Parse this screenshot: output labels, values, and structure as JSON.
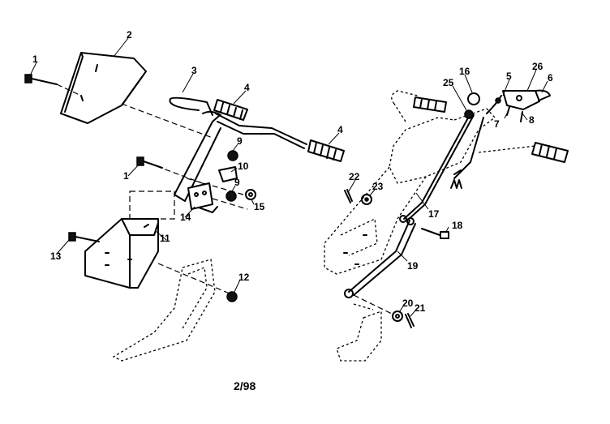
{
  "callouts": {
    "c1a": "1",
    "c2": "2",
    "c3": "3",
    "c4a": "4",
    "c4b": "4",
    "c9a": "9",
    "c10": "10",
    "c1b": "1",
    "c9b": "9",
    "c14": "14",
    "c15": "15",
    "c11": "11",
    "c13": "13",
    "c12": "12",
    "c16": "16",
    "c25": "25",
    "c5": "5",
    "c26": "26",
    "c6": "6",
    "c7": "7",
    "c8": "8",
    "c22": "22",
    "c23": "23",
    "c17": "17",
    "c18": "18",
    "c19": "19",
    "c20": "20",
    "c21": "21"
  },
  "footer_code": "2/98"
}
